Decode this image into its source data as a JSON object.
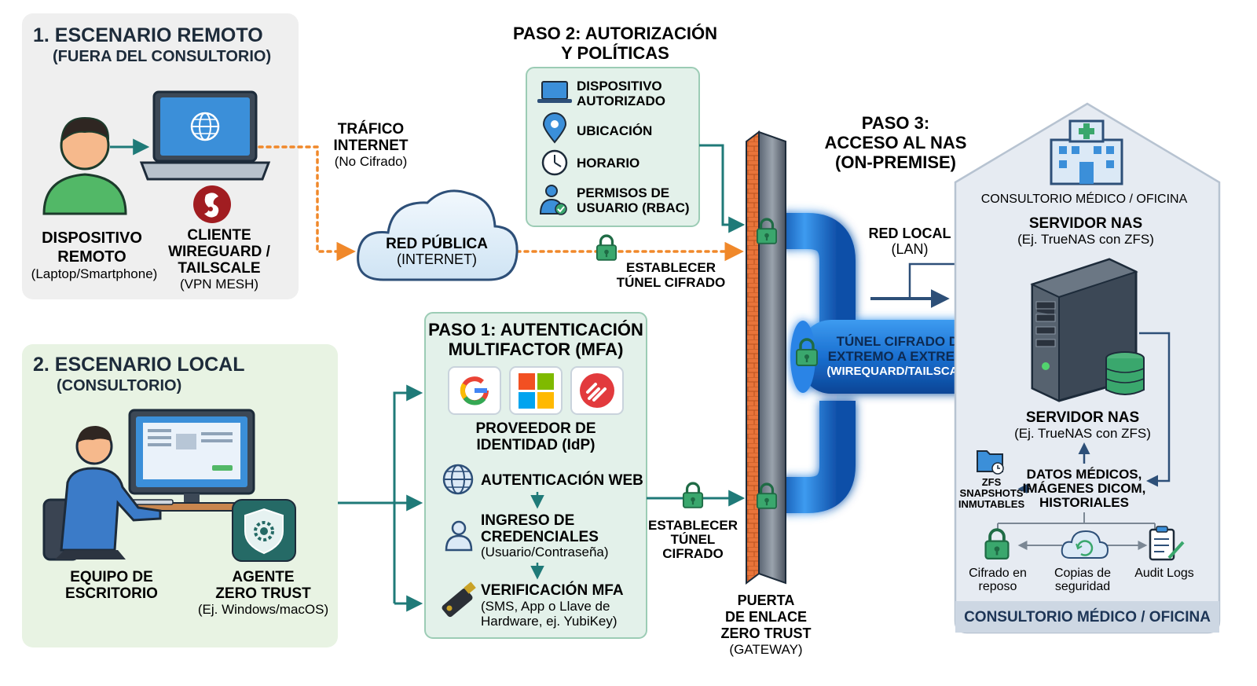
{
  "remote": {
    "title": "1. ESCENARIO REMOTO",
    "subtitle": "(FUERA DEL CONSULTORIO)",
    "device_l1": "DISPOSITIVO",
    "device_l2": "REMOTO",
    "device_l3": "(Laptop/Smartphone)",
    "client_l1": "CLIENTE",
    "client_l2": "WIREGUARD /",
    "client_l3": "TAILSCALE",
    "client_l4": "(VPN MESH)"
  },
  "local": {
    "title": "2. ESCENARIO LOCAL",
    "subtitle": "(CONSULTORIO)",
    "desktop_l1": "EQUIPO DE",
    "desktop_l2": "ESCRITORIO",
    "agent_l1": "AGENTE",
    "agent_l2": "ZERO TRUST",
    "agent_l3": "(Ej. Windows/macOS)"
  },
  "traffic": {
    "l1": "TRÁFICO",
    "l2": "INTERNET",
    "l3": "(No Cifrado)",
    "cloud_l1": "RED PÚBLICA",
    "cloud_l2": "(INTERNET)",
    "tunnel_top_l1": "ESTABLECER",
    "tunnel_top_l2": "TÚNEL CIFRADO",
    "tunnel_bot_l1": "ESTABLECER",
    "tunnel_bot_l2": "TÚNEL",
    "tunnel_bot_l3": "CIFRADO"
  },
  "step2": {
    "title_l1": "PASO 2: AUTORIZACIÓN",
    "title_l2": "Y POLÍTICAS",
    "item1_l1": "DISPOSITIVO",
    "item1_l2": "AUTORIZADO",
    "item2": "UBICACIÓN",
    "item3": "HORARIO",
    "item4_l1": "PERMISOS DE",
    "item4_l2": "USUARIO (RBAC)"
  },
  "step1": {
    "title_l1": "PASO 1: AUTENTICACIÓN",
    "title_l2": "MULTIFACTOR (MFA)",
    "idp_l1": "PROVEEDOR DE",
    "idp_l2": "IDENTIDAD (IdP)",
    "web": "AUTENTICACIÓN WEB",
    "cred_l1": "INGRESO DE",
    "cred_l2": "CREDENCIALES",
    "cred_l3": "(Usuario/Contraseña)",
    "mfa_l1": "VERIFICACIÓN MFA",
    "mfa_l2": "(SMS, App o Llave de",
    "mfa_l3": "Hardware, ej. YubiKey)"
  },
  "gateway": {
    "l1": "PUERTA",
    "l2": "DE ENLACE",
    "l3": "ZERO TRUST",
    "l4": "(GATEWAY)"
  },
  "tunnel": {
    "l1": "TÚNEL CIFRADO DE",
    "l2": "EXTREMO A EXTREMO",
    "l3": "(WIREQUARD/TAILSCALE)"
  },
  "step3": {
    "title_l1": "PASO 3:",
    "title_l2": "ACCESO AL NAS",
    "title_l3": "(ON-PREMISE)",
    "lan_l1": "RED LOCAL",
    "lan_l2": "(LAN)"
  },
  "office": {
    "header": "CONSULTORIO MÉDICO / OFICINA",
    "nas_top_l1": "SERVIDOR NAS",
    "nas_top_l2": "(Ej. TrueNAS con ZFS)",
    "nas_mid_l1": "SERVIDOR NAS",
    "nas_mid_l2": "(Ej. TrueNAS con ZFS)",
    "zfs_l1": "ZFS",
    "zfs_l2": "SNAPSHOTS",
    "zfs_l3": "INMUTABLES",
    "data_l1": "DATOS MÉDICOS,",
    "data_l2": "IMÁGENES DICOM,",
    "data_l3": "HISTORIALES",
    "enc_l1": "Cifrado en",
    "enc_l2": "reposo",
    "bak_l1": "Copias de",
    "bak_l2": "seguridad",
    "audit": "Audit Logs",
    "footer": "CONSULTORIO MÉDICO / OFICINA"
  },
  "colors": {
    "remote_bg": "#efefef",
    "local_bg": "#e8f3e3",
    "step_bg": "#e3f1ea",
    "office_bg": "#e6ebf2",
    "teal": "#1f7a78",
    "orange": "#f0882a",
    "tunnel_blue": "#1e73d6",
    "firewall": "#e8743a"
  }
}
